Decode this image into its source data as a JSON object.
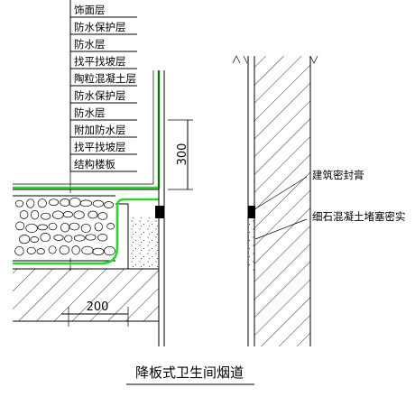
{
  "layer_labels": [
    "饰面层",
    "防水保护层",
    "防水层",
    "找平找坡层",
    "陶粒混凝土层",
    "防水保护层",
    "防水层",
    "附加防水层",
    "找平找坡层",
    "结构楼板"
  ],
  "dimensions": {
    "vertical": "300",
    "horizontal": "200"
  },
  "callouts": {
    "sealant": "建筑密封膏",
    "fill": "细石混凝土堵塞密实"
  },
  "title": "降板式卫生间烟道",
  "colors": {
    "membrane": "#2bd62b",
    "line": "#000000",
    "background": "#ffffff"
  }
}
